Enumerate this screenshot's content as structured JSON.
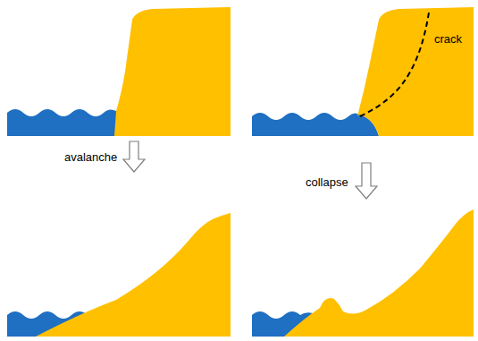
{
  "diagram": {
    "labels": [
      "crack",
      "avalanche",
      "collapse"
    ]
  }
}
